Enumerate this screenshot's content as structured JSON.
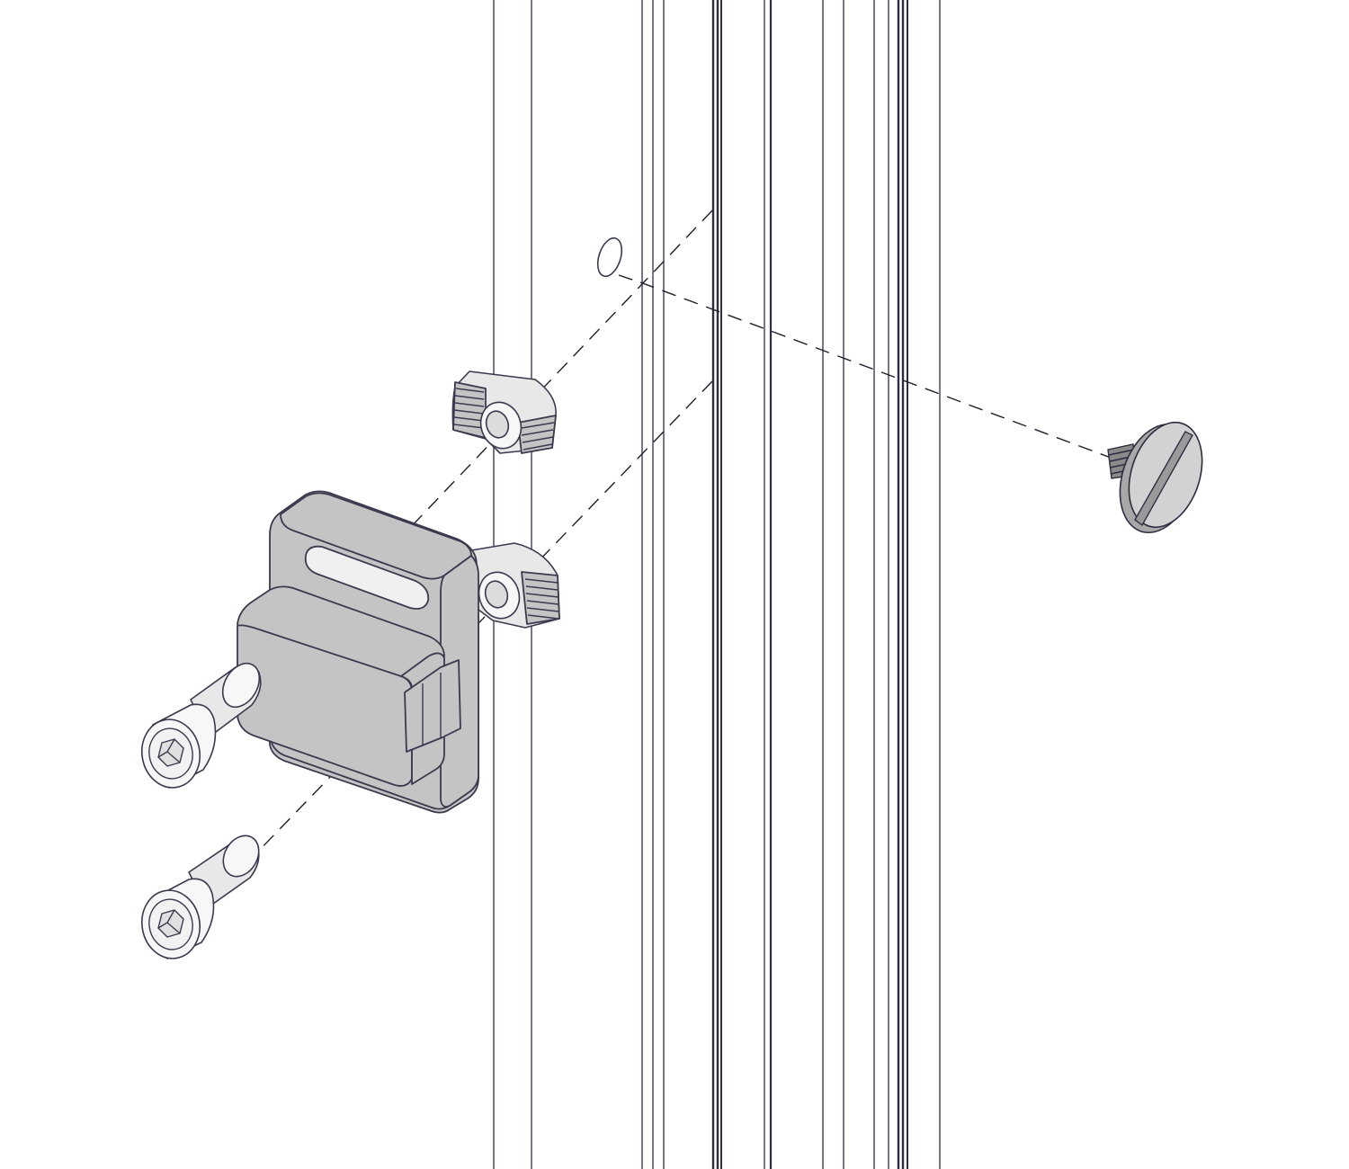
{
  "diagram": {
    "kind": "exploded assembly drawing",
    "parts": [
      "aluminium-profile",
      "o-ring",
      "t-nut-upper",
      "t-nut-lower",
      "latch-block",
      "socket-head-screw-upper",
      "socket-head-screw-lower",
      "slotted-thumb-screw"
    ],
    "colors": {
      "background": "#ffffff",
      "part_fill": "#c4c4c4",
      "outline": "#3a3a4e",
      "guide_line": "#1e1e2a"
    }
  }
}
